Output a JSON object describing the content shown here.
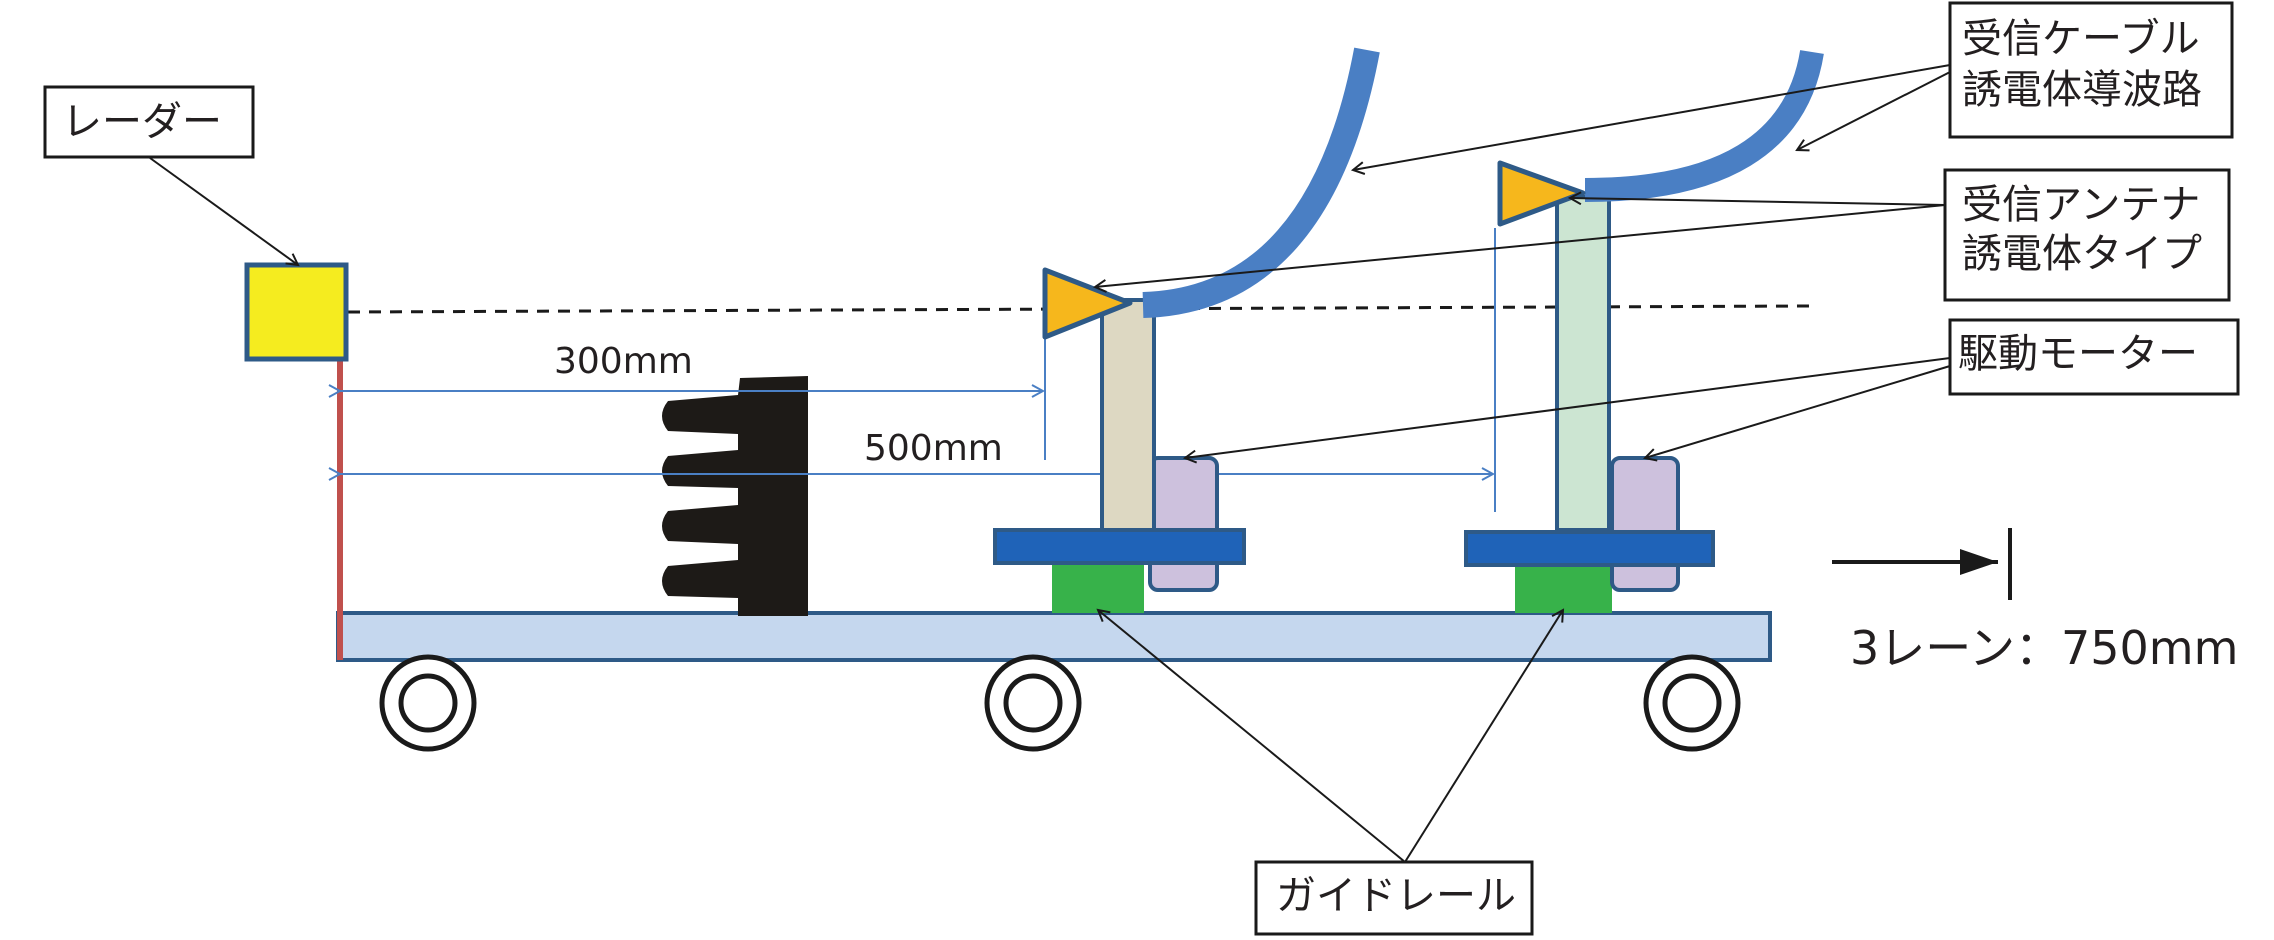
{
  "labels": {
    "radar": "レーダー",
    "cable_line1": "受信ケーブル",
    "cable_line2": "誘電体導波路",
    "antenna_line1": "受信アンテナ",
    "antenna_line2": "誘電体タイプ",
    "motor": "駆動モーター",
    "guide_rail": "ガイドレール"
  },
  "dimensions": {
    "d300": "300mm",
    "d500": "500mm",
    "lane": "3レーン：750mm"
  },
  "colors": {
    "radar": "#f5ec1f",
    "frame_outline": "#2e5a87",
    "platform": "#c5d7ee",
    "mast_left": "#ddd8c2",
    "mast_right": "#cce5d2",
    "motor": "#cdc1dd",
    "base_plate": "#1f63b8",
    "guide_block": "#37b24a",
    "antenna": "#f6b71c",
    "cable": "#4a7fc4",
    "pole": "#c0504d",
    "dim_line": "#4a7fc4",
    "target": "#1d1a17"
  }
}
